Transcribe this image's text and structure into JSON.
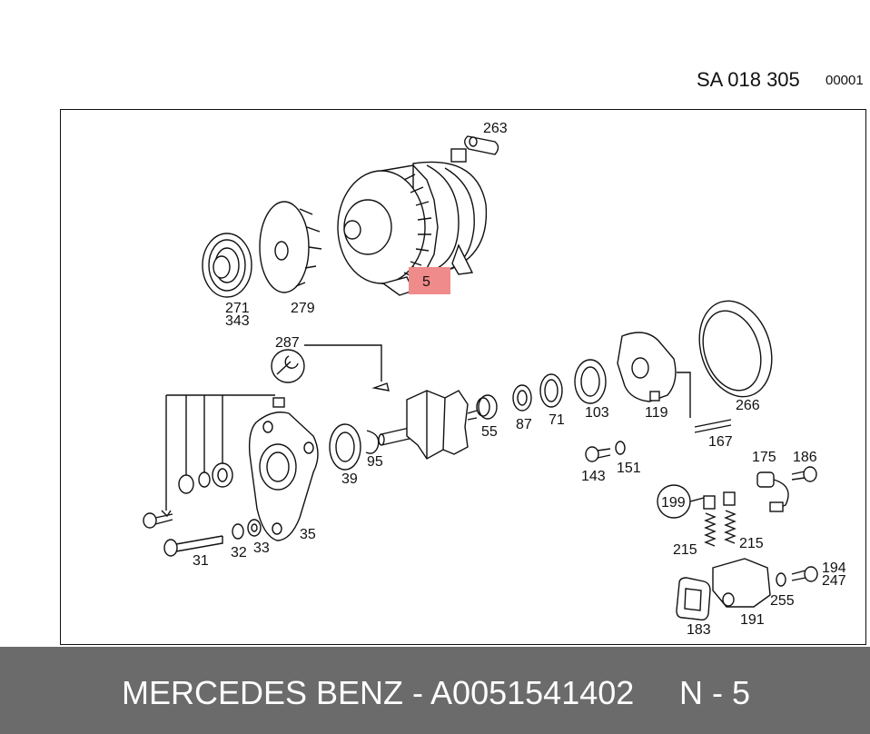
{
  "header": {
    "code": "SA 018 305",
    "sub": "00001"
  },
  "footer": {
    "text": "MERCEDES BENZ - A0051541402",
    "code": "N - 5"
  },
  "callouts": [
    {
      "id": "c263",
      "text": "263"
    },
    {
      "id": "c5",
      "text": "5"
    },
    {
      "id": "c271",
      "text": "271"
    },
    {
      "id": "c343",
      "text": "343"
    },
    {
      "id": "c279",
      "text": "279"
    },
    {
      "id": "c287",
      "text": "287"
    },
    {
      "id": "c266",
      "text": "266"
    },
    {
      "id": "c119",
      "text": "119"
    },
    {
      "id": "c103",
      "text": "103"
    },
    {
      "id": "c71",
      "text": "71"
    },
    {
      "id": "c87",
      "text": "87"
    },
    {
      "id": "c55",
      "text": "55"
    },
    {
      "id": "c95",
      "text": "95"
    },
    {
      "id": "c39",
      "text": "39"
    },
    {
      "id": "c167",
      "text": "167"
    },
    {
      "id": "c143",
      "text": "143"
    },
    {
      "id": "c151",
      "text": "151"
    },
    {
      "id": "c175",
      "text": "175"
    },
    {
      "id": "c186",
      "text": "186"
    },
    {
      "id": "c199",
      "text": "199"
    },
    {
      "id": "c215a",
      "text": "215"
    },
    {
      "id": "c215b",
      "text": "215"
    },
    {
      "id": "c194",
      "text": "194"
    },
    {
      "id": "c247",
      "text": "247"
    },
    {
      "id": "c255",
      "text": "255"
    },
    {
      "id": "c191",
      "text": "191"
    },
    {
      "id": "c183",
      "text": "183"
    },
    {
      "id": "c35",
      "text": "35"
    },
    {
      "id": "c31",
      "text": "31"
    },
    {
      "id": "c32",
      "text": "32"
    },
    {
      "id": "c33",
      "text": "33"
    }
  ]
}
